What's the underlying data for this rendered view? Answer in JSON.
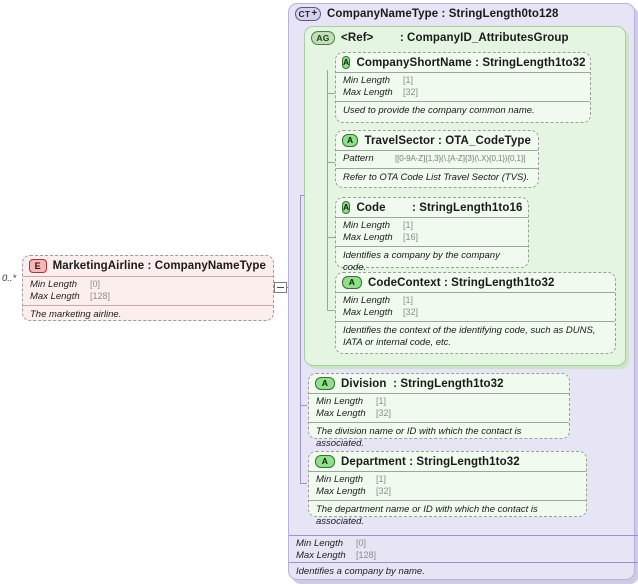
{
  "diagram": {
    "kind": "xsd-schema-diagram",
    "cardinality": "0..*",
    "toggle_icon": "collapse-minus-icon"
  },
  "element": {
    "badge": "E",
    "title": "MarketingAirline : CompanyNameType",
    "facets": [
      {
        "name": "Min Length",
        "value": "[0]"
      },
      {
        "name": "Max Length",
        "value": "[128]"
      }
    ],
    "documentation": "The marketing airline."
  },
  "complex_type": {
    "badge": "CT",
    "badge_expand": "+",
    "title": "CompanyNameType : StringLength0to128",
    "facets": [
      {
        "name": "Min Length",
        "value": "[0]"
      },
      {
        "name": "Max Length",
        "value": "[128]"
      }
    ],
    "documentation": "Identifies a company by name."
  },
  "attribute_group": {
    "badge": "AG",
    "title": "<Ref>        : CompanyID_AttributesGroup",
    "attributes": [
      {
        "badge": "A",
        "title": "CompanyShortName : StringLength1to32",
        "facets": [
          {
            "name": "Min Length",
            "value": "[1]"
          },
          {
            "name": "Max Length",
            "value": "[32]"
          }
        ],
        "documentation": "Used to provide the company common name."
      },
      {
        "badge": "A",
        "title": "TravelSector : OTA_CodeType",
        "facets": [
          {
            "name": "Pattern",
            "value": "[[0-9A-Z]{1,3}(\\.[A-Z]{3}(\\.X){0,1}){0,1}]"
          }
        ],
        "documentation": "Refer to OTA Code List Travel Sector (TVS)."
      },
      {
        "badge": "A",
        "title": "Code        : StringLength1to16",
        "facets": [
          {
            "name": "Min Length",
            "value": "[1]"
          },
          {
            "name": "Max Length",
            "value": "[16]"
          }
        ],
        "documentation": "Identifies a company by the company code."
      },
      {
        "badge": "A",
        "title": "CodeContext : StringLength1to32",
        "facets": [
          {
            "name": "Min Length",
            "value": "[1]"
          },
          {
            "name": "Max Length",
            "value": "[32]"
          }
        ],
        "documentation": "Identifies the context of the identifying code, such as DUNS, IATA or internal code, etc."
      }
    ]
  },
  "type_attributes": [
    {
      "badge": "A",
      "title": "Division  : StringLength1to32",
      "facets": [
        {
          "name": "Min Length",
          "value": "[1]"
        },
        {
          "name": "Max Length",
          "value": "[32]"
        }
      ],
      "documentation": "The division name or ID with which the contact is associated."
    },
    {
      "badge": "A",
      "title": "Department : StringLength1to32",
      "facets": [
        {
          "name": "Min Length",
          "value": "[1]"
        },
        {
          "name": "Max Length",
          "value": "[32]"
        }
      ],
      "documentation": "The department name or ID with which the contact is associated."
    }
  ],
  "colors": {
    "complex_type_bg": "#e7e4f6",
    "attribute_group_bg": "#e4f6e1",
    "attribute_bg": "#f0faee",
    "element_bg": "#fdeeee",
    "element_badge": "#f5b8b8",
    "attribute_badge": "#8fe08a"
  }
}
